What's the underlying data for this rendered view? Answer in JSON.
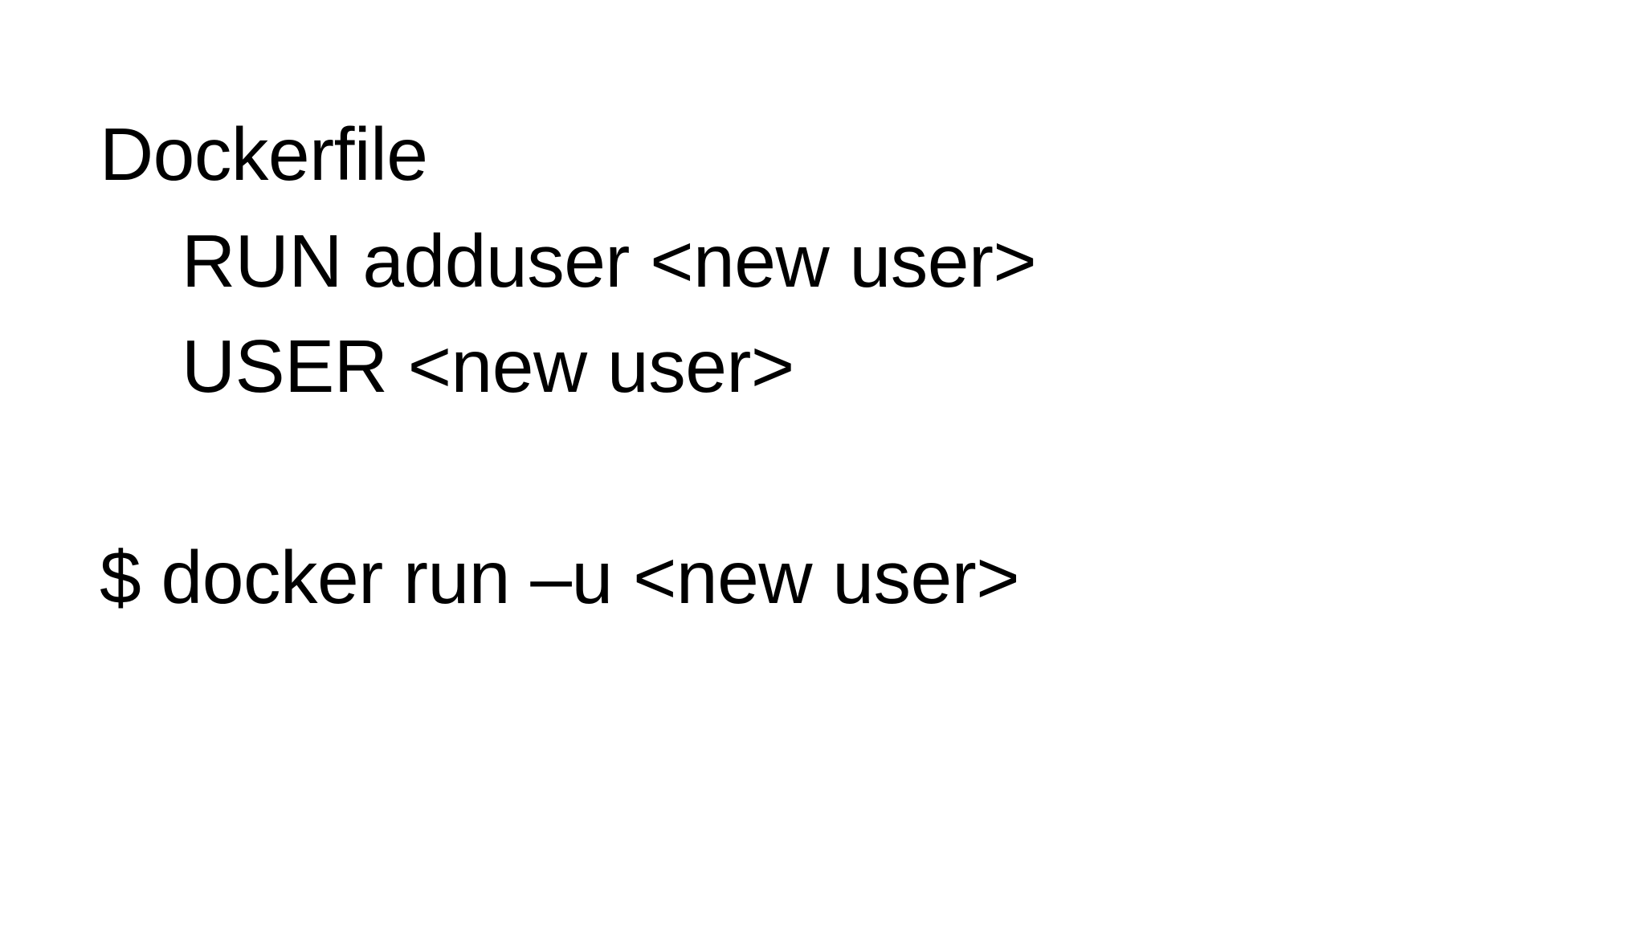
{
  "slide": {
    "heading": "Dockerfile",
    "dockerfile_lines": [
      "RUN adduser <new user>",
      "USER <new user>"
    ],
    "command": "$ docker run –u <new user>"
  },
  "colors": {
    "background": "#ffffff",
    "text": "#000000"
  }
}
